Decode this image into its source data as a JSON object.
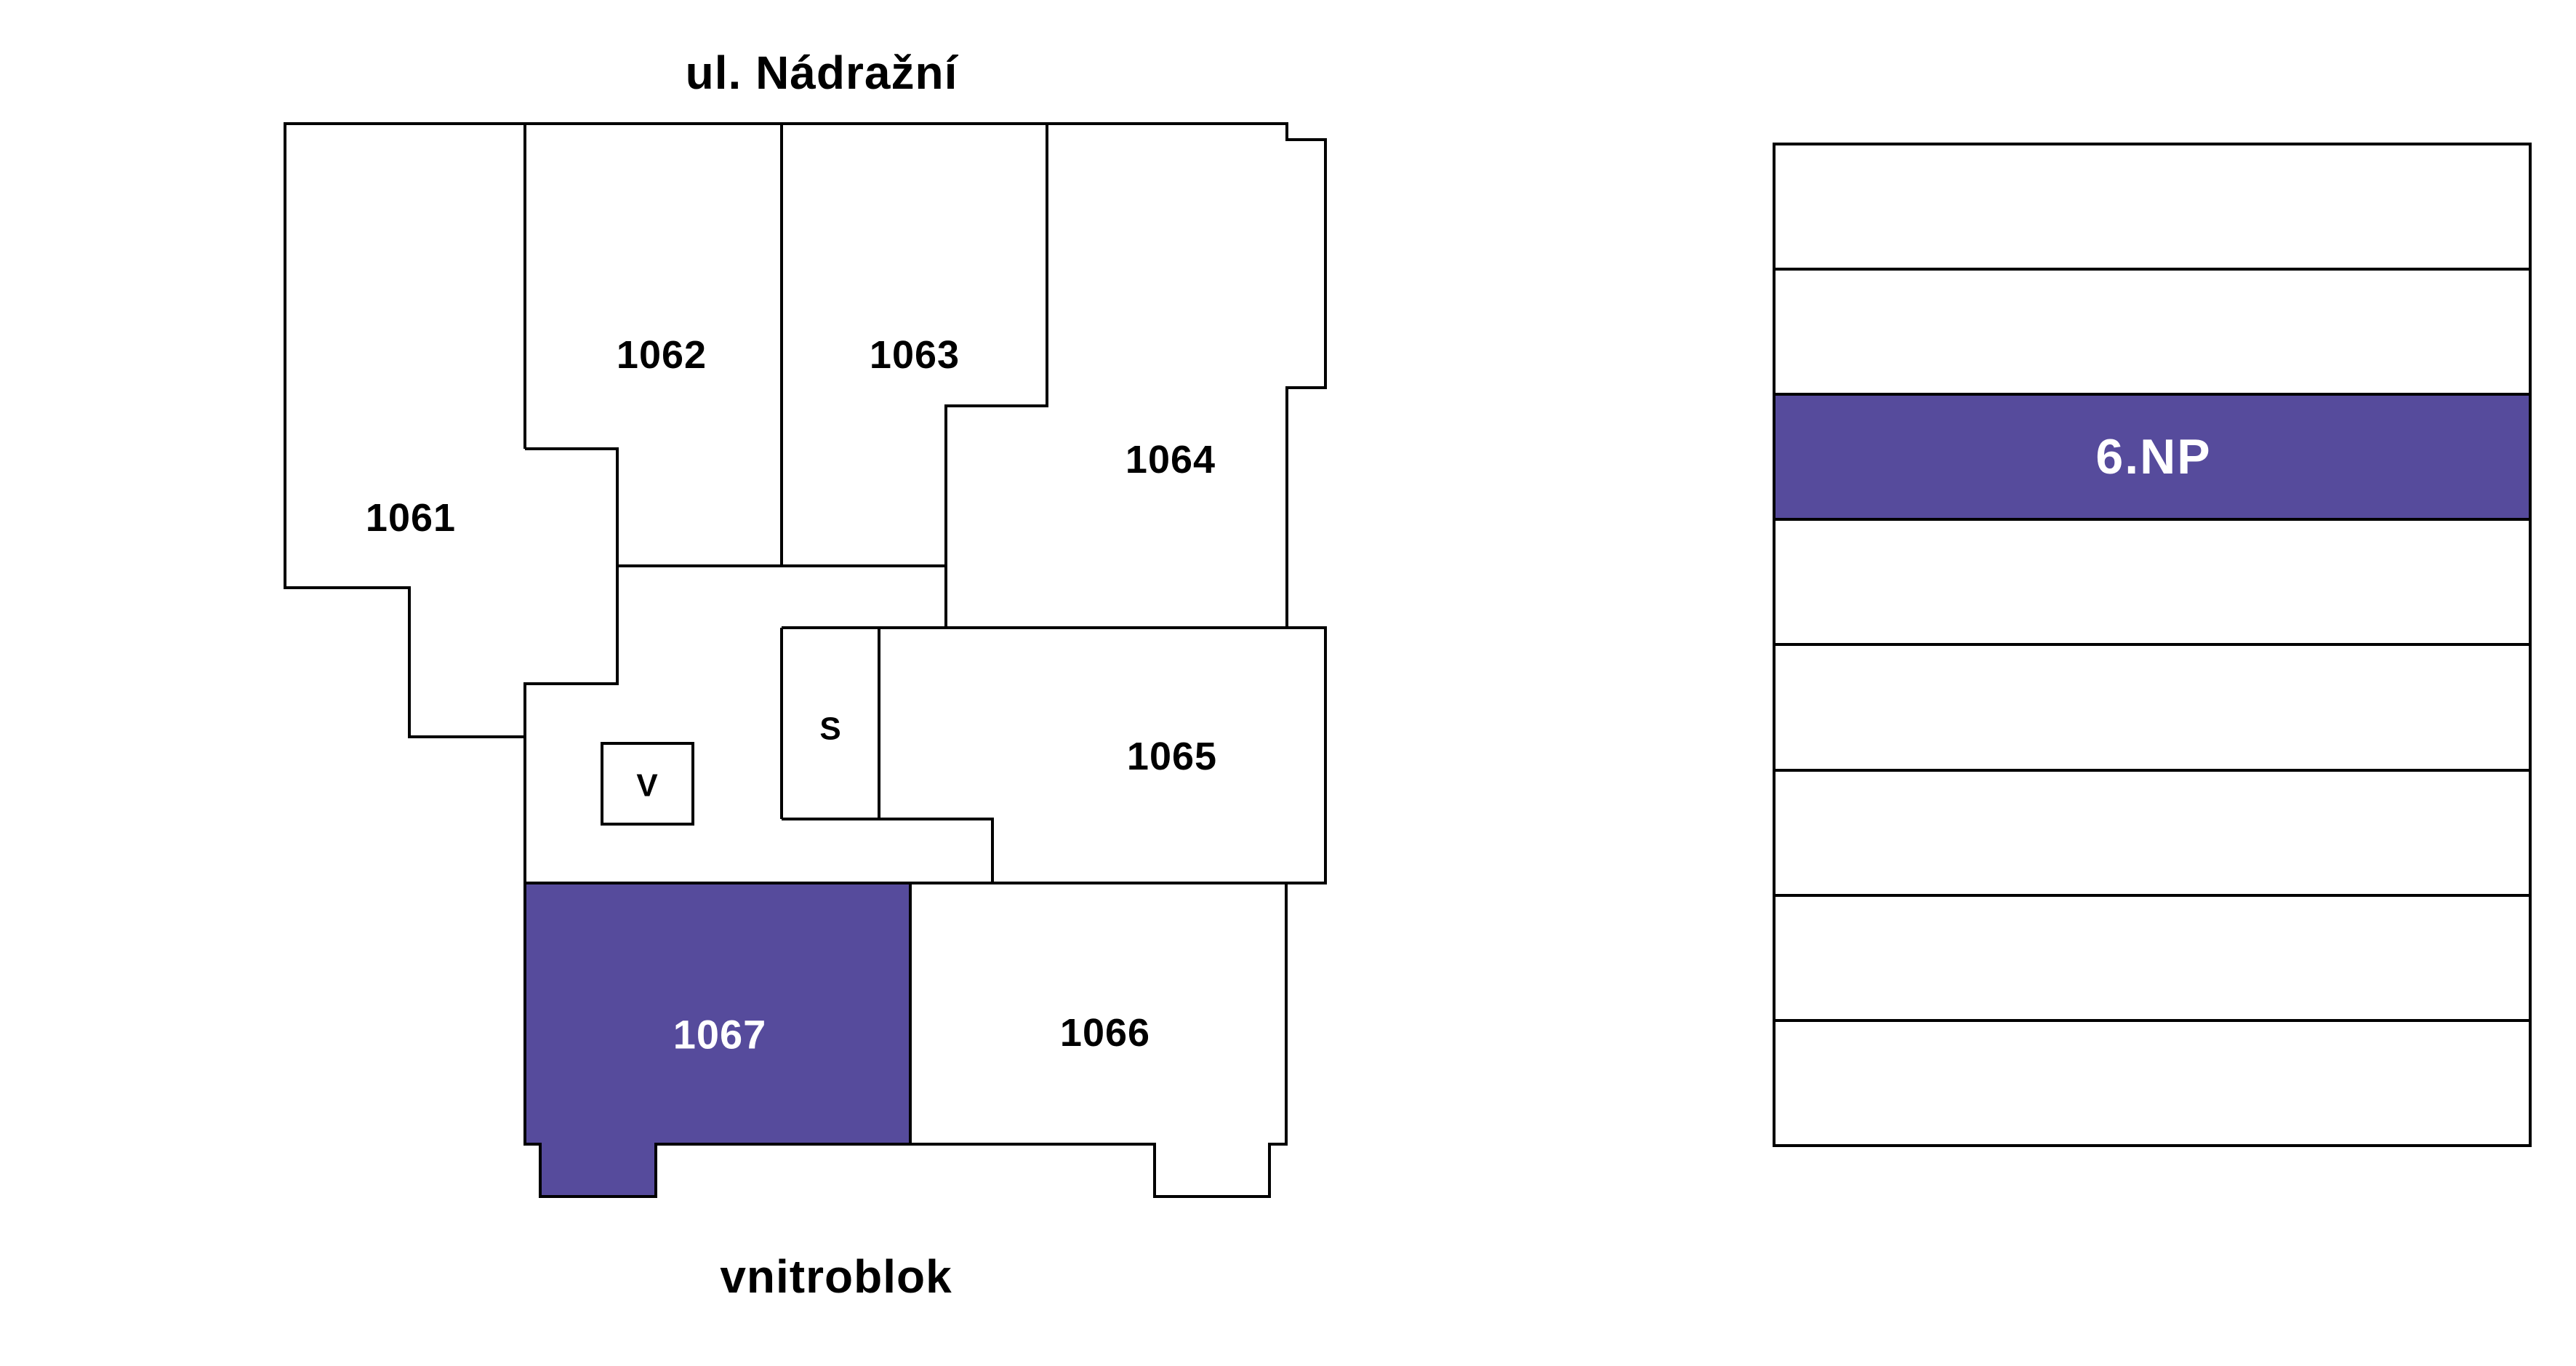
{
  "plan": {
    "street_label": "ul. Nádražní",
    "courtyard_label": "vnitroblok",
    "units": [
      {
        "id": "1061",
        "label": "1061",
        "highlighted": false
      },
      {
        "id": "1062",
        "label": "1062",
        "highlighted": false
      },
      {
        "id": "1063",
        "label": "1063",
        "highlighted": false
      },
      {
        "id": "1064",
        "label": "1064",
        "highlighted": false
      },
      {
        "id": "1065",
        "label": "1065",
        "highlighted": false
      },
      {
        "id": "1066",
        "label": "1066",
        "highlighted": false
      },
      {
        "id": "1067",
        "label": "1067",
        "highlighted": true
      }
    ],
    "rooms": [
      {
        "id": "V",
        "label": "V"
      },
      {
        "id": "S",
        "label": "S"
      }
    ]
  },
  "elevation": {
    "floors_total": 8,
    "highlighted_floor": {
      "label": "6.NP",
      "index_from_top": 3
    }
  },
  "colors": {
    "accent": "#564B9C",
    "wall": "#000000",
    "background": "#FFFFFF",
    "text": "#000000",
    "highlight_text": "#FFFFFF"
  }
}
